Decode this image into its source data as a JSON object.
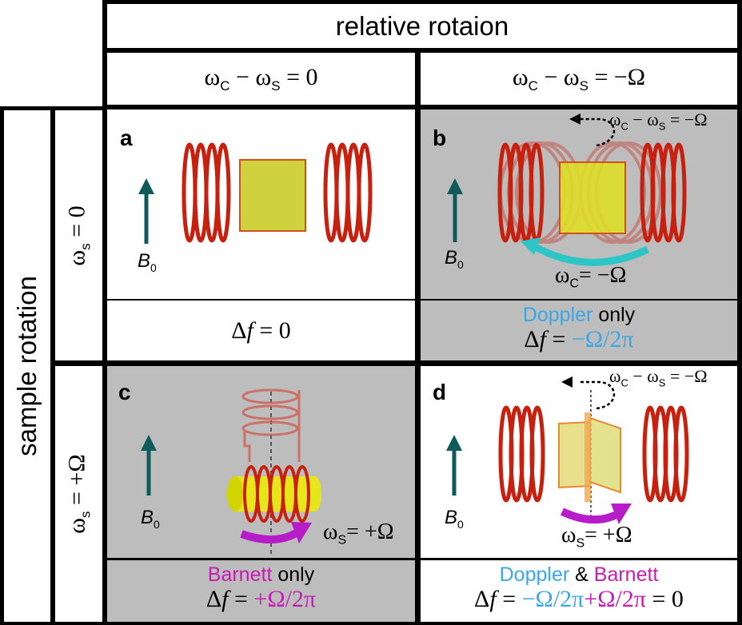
{
  "header": {
    "column_group_title": "relative rotaion",
    "columns": [
      {
        "lhs_main1": "ω",
        "lhs_sub1": "C",
        "op": " − ",
        "lhs_main2": "ω",
        "lhs_sub2": "S",
        "rhs": " = 0"
      },
      {
        "lhs_main1": "ω",
        "lhs_sub1": "C",
        "op": " − ",
        "lhs_main2": "ω",
        "lhs_sub2": "S",
        "rhs": " = −Ω"
      }
    ]
  },
  "rows_header": {
    "row_group_title": "sample rotation",
    "rows": [
      {
        "main": "ω",
        "sub": "s",
        "rhs": " = 0"
      },
      {
        "main": "ω",
        "sub": "s",
        "rhs": " = +Ω"
      }
    ]
  },
  "colors": {
    "doppler": "#3aa7e8",
    "barnett": "#c71cb4",
    "coil": "#c8200f",
    "sample": "#cfd23c",
    "b_arrow": "#0f5a5a",
    "coil_rotation_arrow": "#2cc6c6",
    "sample_rotation_arrow": "#b61cc8",
    "panel_gray": "#bdbdbd"
  },
  "panels": {
    "a": {
      "label": "a",
      "field_main": "B",
      "field_sub": "0",
      "result_eq_prefix": "Δ",
      "result_eq_f": "f",
      "result_eq_rest": " = 0"
    },
    "b": {
      "label": "b",
      "field_main": "B",
      "field_sub": "0",
      "rel_main1": "ω",
      "rel_sub1": "C",
      "rel_op": " − ",
      "rel_main2": "ω",
      "rel_sub2": "S",
      "rel_rhs": " = −Ω",
      "rot_main": "ω",
      "rot_sub": "C",
      "rot_rhs": "= −Ω",
      "effect1": "Doppler",
      "effect_suffix": " only",
      "result_eq_prefix": "Δ",
      "result_eq_f": "f",
      "result_eq_eq": " = ",
      "result_eq_val": "−Ω/2π"
    },
    "c": {
      "label": "c",
      "field_main": "B",
      "field_sub": "0",
      "rot_main": "ω",
      "rot_sub": "S",
      "rot_rhs": "= +Ω",
      "effect1": "Barnett",
      "effect_suffix": " only",
      "result_eq_prefix": "Δ",
      "result_eq_f": "f",
      "result_eq_eq": " = ",
      "result_eq_val": "+Ω/2π"
    },
    "d": {
      "label": "d",
      "field_main": "B",
      "field_sub": "0",
      "rel_main1": "ω",
      "rel_sub1": "C",
      "rel_op": " − ",
      "rel_main2": "ω",
      "rel_sub2": "S",
      "rel_rhs": " = −Ω",
      "rot_main": "ω",
      "rot_sub": "S",
      "rot_rhs": "= +Ω",
      "effect1": "Doppler",
      "effect_and": " & ",
      "effect2": "Barnett",
      "result_eq_prefix": "Δ",
      "result_eq_f": "f",
      "result_eq_eq": " = ",
      "result_eq_val1": "−Ω/2π",
      "result_eq_val2": "+Ω/2π",
      "result_eq_tail": " = 0"
    }
  }
}
